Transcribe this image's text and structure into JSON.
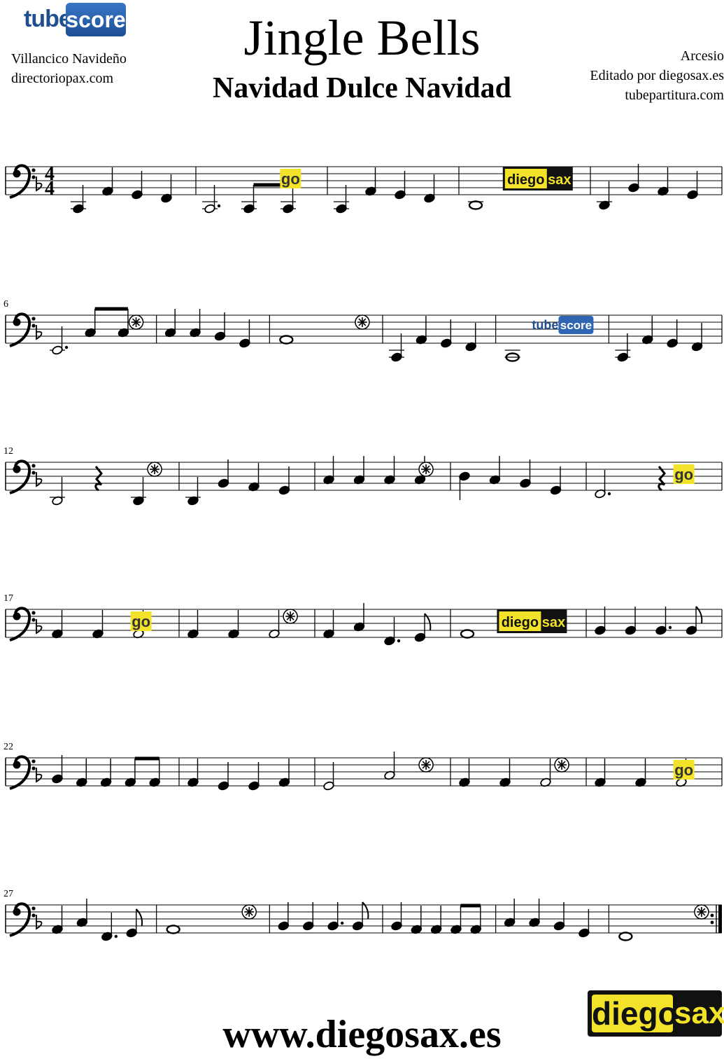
{
  "logos": {
    "tube": "tube",
    "score": "score",
    "diego": "diego",
    "sax": "sax",
    "go": "go"
  },
  "header": {
    "left_line1": "Villancico Navideño",
    "left_line2": "directoriopax.com",
    "title": "Jingle Bells",
    "subtitle": "Navidad Dulce Navidad",
    "right_line1": "Arcesio",
    "right_line2": "Editado por diegosax.es",
    "right_line3": "tubepartitura.com"
  },
  "score": {
    "clef": "bass-clef",
    "key_signature": "B-flat",
    "time_signature": [
      "4",
      "4"
    ],
    "systems": [
      {
        "number": "",
        "measures": [
          [
            {
              "p": "C2",
              "d": "q"
            },
            {
              "p": "A2",
              "d": "q"
            },
            {
              "p": "G2",
              "d": "q"
            },
            {
              "p": "F2",
              "d": "q"
            }
          ],
          [
            {
              "p": "C2",
              "d": "h."
            },
            {
              "p": "C2",
              "d": "8"
            },
            {
              "p": "C2",
              "d": "8"
            }
          ],
          [
            {
              "p": "C2",
              "d": "q"
            },
            {
              "p": "A2",
              "d": "q"
            },
            {
              "p": "G2",
              "d": "q"
            },
            {
              "p": "F2",
              "d": "q"
            }
          ],
          [
            {
              "p": "D2",
              "d": "w"
            }
          ],
          [
            {
              "p": "D2",
              "d": "q"
            },
            {
              "p": "Bb2",
              "d": "q"
            },
            {
              "p": "A2",
              "d": "q"
            },
            {
              "p": "G2",
              "d": "q"
            }
          ]
        ],
        "watermarks": [
          {
            "type": "go",
            "measure": 1
          },
          {
            "type": "diegosax",
            "measure": 3
          }
        ]
      },
      {
        "number": "6",
        "measures": [
          [
            {
              "p": "E2",
              "d": "h."
            },
            {
              "p": "C3",
              "d": "8"
            },
            {
              "p": "C3",
              "d": "8"
            }
          ],
          [
            {
              "p": "C3",
              "d": "q"
            },
            {
              "p": "C3",
              "d": "q"
            },
            {
              "p": "Bb2",
              "d": "q"
            },
            {
              "p": "G2",
              "d": "q"
            }
          ],
          [
            {
              "p": "A2",
              "d": "w"
            }
          ],
          [
            {
              "p": "C2",
              "d": "q"
            },
            {
              "p": "A2",
              "d": "q"
            },
            {
              "p": "G2",
              "d": "q"
            },
            {
              "p": "F2",
              "d": "q"
            }
          ],
          [
            {
              "p": "C2",
              "d": "w"
            }
          ],
          [
            {
              "p": "C2",
              "d": "q"
            },
            {
              "p": "A2",
              "d": "q"
            },
            {
              "p": "G2",
              "d": "q"
            },
            {
              "p": "F2",
              "d": "q"
            }
          ]
        ],
        "watermarks": [
          {
            "type": "star",
            "measure": 0
          },
          {
            "type": "star",
            "measure": 2
          },
          {
            "type": "tubescore",
            "measure": 4
          }
        ]
      },
      {
        "number": "12",
        "measures": [
          [
            {
              "p": "D2",
              "d": "h"
            },
            {
              "p": "rest",
              "d": "q"
            },
            {
              "p": "D2",
              "d": "q"
            }
          ],
          [
            {
              "p": "D2",
              "d": "q"
            },
            {
              "p": "Bb2",
              "d": "q"
            },
            {
              "p": "A2",
              "d": "q"
            },
            {
              "p": "G2",
              "d": "q"
            }
          ],
          [
            {
              "p": "C3",
              "d": "q"
            },
            {
              "p": "C3",
              "d": "q"
            },
            {
              "p": "C3",
              "d": "q"
            },
            {
              "p": "C3",
              "d": "q"
            }
          ],
          [
            {
              "p": "D3",
              "d": "q"
            },
            {
              "p": "C3",
              "d": "q"
            },
            {
              "p": "Bb2",
              "d": "q"
            },
            {
              "p": "G2",
              "d": "q"
            }
          ],
          [
            {
              "p": "F2",
              "d": "h."
            },
            {
              "p": "rest",
              "d": "q"
            }
          ]
        ],
        "watermarks": [
          {
            "type": "star",
            "measure": 0
          },
          {
            "type": "star",
            "measure": 2
          },
          {
            "type": "go",
            "measure": 4
          }
        ]
      },
      {
        "number": "17",
        "measures": [
          [
            {
              "p": "A2",
              "d": "q"
            },
            {
              "p": "A2",
              "d": "q"
            },
            {
              "p": "A2",
              "d": "h"
            }
          ],
          [
            {
              "p": "A2",
              "d": "q"
            },
            {
              "p": "A2",
              "d": "q"
            },
            {
              "p": "A2",
              "d": "h"
            }
          ],
          [
            {
              "p": "A2",
              "d": "q"
            },
            {
              "p": "C3",
              "d": "q"
            },
            {
              "p": "F2",
              "d": "q."
            },
            {
              "p": "G2",
              "d": "8"
            }
          ],
          [
            {
              "p": "A2",
              "d": "w"
            }
          ],
          [
            {
              "p": "Bb2",
              "d": "q"
            },
            {
              "p": "Bb2",
              "d": "q"
            },
            {
              "p": "Bb2",
              "d": "q."
            },
            {
              "p": "Bb2",
              "d": "8"
            }
          ]
        ],
        "watermarks": [
          {
            "type": "go",
            "measure": 0
          },
          {
            "type": "star",
            "measure": 1
          },
          {
            "type": "diegosax",
            "measure": 3
          }
        ]
      },
      {
        "number": "22",
        "measures": [
          [
            {
              "p": "Bb2",
              "d": "q"
            },
            {
              "p": "A2",
              "d": "q"
            },
            {
              "p": "A2",
              "d": "q"
            },
            {
              "p": "A2",
              "d": "8"
            },
            {
              "p": "A2",
              "d": "8"
            }
          ],
          [
            {
              "p": "A2",
              "d": "q"
            },
            {
              "p": "G2",
              "d": "q"
            },
            {
              "p": "G2",
              "d": "q"
            },
            {
              "p": "A2",
              "d": "q"
            }
          ],
          [
            {
              "p": "G2",
              "d": "h"
            },
            {
              "p": "C3",
              "d": "h"
            }
          ],
          [
            {
              "p": "A2",
              "d": "q"
            },
            {
              "p": "A2",
              "d": "q"
            },
            {
              "p": "A2",
              "d": "h"
            }
          ],
          [
            {
              "p": "A2",
              "d": "q"
            },
            {
              "p": "A2",
              "d": "q"
            },
            {
              "p": "A2",
              "d": "h"
            }
          ]
        ],
        "watermarks": [
          {
            "type": "star",
            "measure": 2
          },
          {
            "type": "star",
            "measure": 3
          },
          {
            "type": "go",
            "measure": 4
          }
        ]
      },
      {
        "number": "27",
        "measures": [
          [
            {
              "p": "A2",
              "d": "q"
            },
            {
              "p": "C3",
              "d": "q"
            },
            {
              "p": "F2",
              "d": "q."
            },
            {
              "p": "G2",
              "d": "8"
            }
          ],
          [
            {
              "p": "A2",
              "d": "w"
            }
          ],
          [
            {
              "p": "Bb2",
              "d": "q"
            },
            {
              "p": "Bb2",
              "d": "q"
            },
            {
              "p": "Bb2",
              "d": "q."
            },
            {
              "p": "Bb2",
              "d": "8"
            }
          ],
          [
            {
              "p": "Bb2",
              "d": "q"
            },
            {
              "p": "A2",
              "d": "q"
            },
            {
              "p": "A2",
              "d": "q"
            },
            {
              "p": "A2",
              "d": "8"
            },
            {
              "p": "A2",
              "d": "8"
            }
          ],
          [
            {
              "p": "C3",
              "d": "q"
            },
            {
              "p": "C3",
              "d": "q"
            },
            {
              "p": "Bb2",
              "d": "q"
            },
            {
              "p": "G2",
              "d": "q"
            }
          ],
          [
            {
              "p": "F2",
              "d": "w"
            }
          ]
        ],
        "watermarks": [
          {
            "type": "star",
            "measure": 1
          },
          {
            "type": "star",
            "measure": 5
          }
        ],
        "final_barline": "repeat-end"
      }
    ]
  },
  "footer": {
    "url": "www.diegosax.es"
  }
}
